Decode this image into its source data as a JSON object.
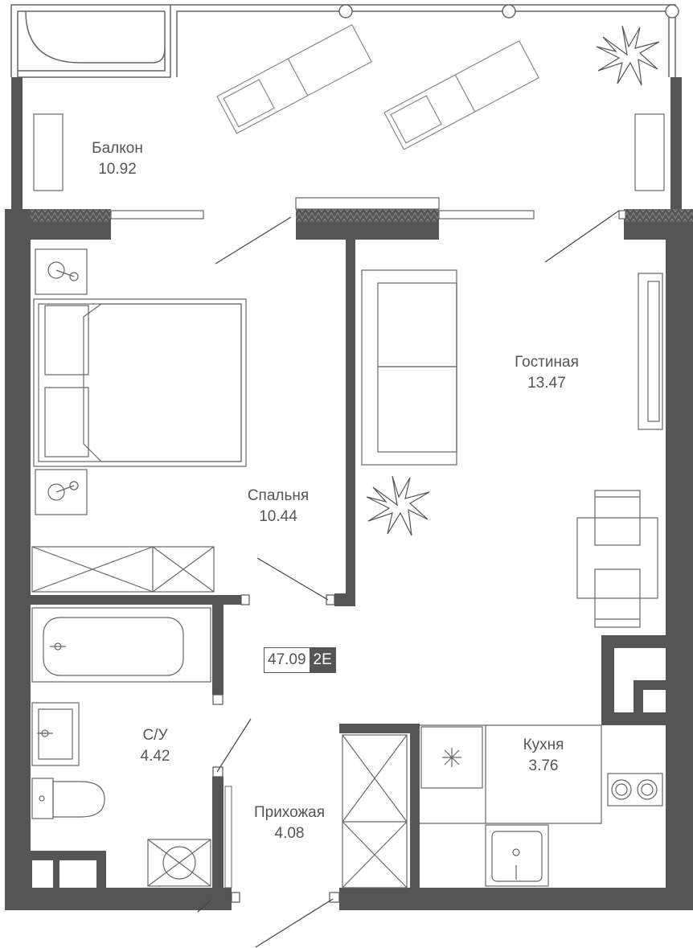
{
  "rooms": {
    "balcony": {
      "name": "Балкон",
      "area": "10.92"
    },
    "living": {
      "name": "Гостиная",
      "area": "13.47"
    },
    "bedroom": {
      "name": "Спальня",
      "area": "10.44"
    },
    "bathroom": {
      "name": "С/У",
      "area": "4.42"
    },
    "kitchen": {
      "name": "Кухня",
      "area": "3.76"
    },
    "hallway": {
      "name": "Прихожая",
      "area": "4.08"
    }
  },
  "summary": {
    "total_area": "47.09",
    "type": "2E"
  },
  "colors": {
    "wall": "#555555",
    "line": "#666666",
    "background": "#ffffff"
  }
}
